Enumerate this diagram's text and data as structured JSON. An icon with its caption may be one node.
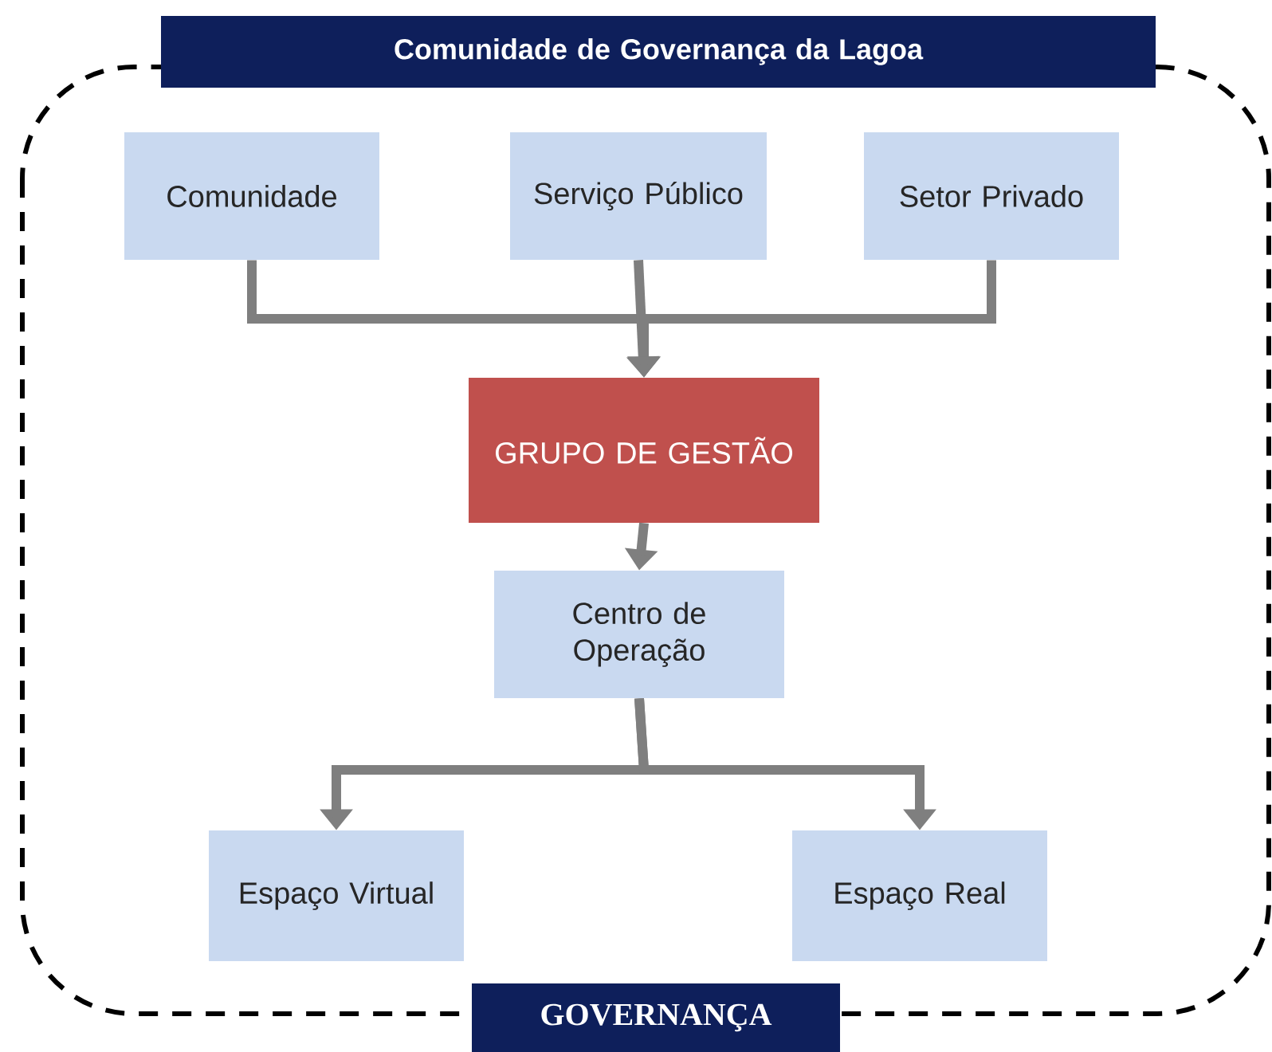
{
  "diagram": {
    "nodes": [
      {
        "text": [
          "Comunidade de Governança da Lagoa"
        ]
      },
      {
        "text": [
          "Comunidade"
        ]
      },
      {
        "text": [
          "Serviço Público"
        ]
      },
      {
        "text": [
          "Setor Privado"
        ]
      },
      {
        "text": [
          "GRUPO DE GESTÃO"
        ]
      },
      {
        "text": [
          "Centro de Operação"
        ]
      },
      {
        "text": [
          "Espaço Virtual"
        ]
      },
      {
        "text": [
          "Espaço Real"
        ]
      },
      {
        "text": [
          "GOVERNANÇA"
        ]
      }
    ],
    "edges": [
      {
        "from": 1,
        "to": 4,
        "arrow": "to"
      },
      {
        "from": 2,
        "to": 4,
        "arrow": "to"
      },
      {
        "from": 3,
        "to": 4,
        "arrow": "to"
      },
      {
        "from": 4,
        "to": 5,
        "arrow": "to"
      },
      {
        "from": 5,
        "to": 6,
        "arrow": "to"
      },
      {
        "from": 5,
        "to": 7,
        "arrow": "to"
      }
    ]
  }
}
